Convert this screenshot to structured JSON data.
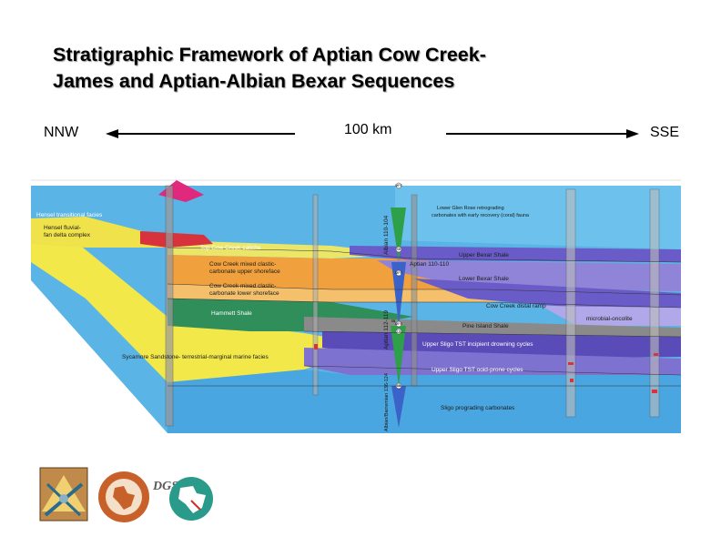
{
  "title": {
    "line1": "Stratigraphic Framework of Aptian Cow Creek-",
    "line2": "James and Aptian-Albian Bexar Sequences"
  },
  "direction": {
    "left": "NNW",
    "right": "SSE",
    "scale": "100 km"
  },
  "cross_section": {
    "facies_labels": {
      "hensel_transitional": "Hensel transitional facies",
      "hensel_fluvial": "Hensel fluvial-",
      "hensel_fluvial_2": "fan delta complex",
      "top_cow_creek": "Top Cow Creek caliche",
      "cc_upper_1": "Cow Creek mixed clastic-",
      "cc_upper_2": "carbonate upper shoreface",
      "cc_lower_1": "Cow Creek mixed clastic-",
      "cc_lower_2": "carbonate lower shoreface",
      "hammett": "Hammett Shale",
      "sycamore": "Sycamore Sandstone- terrestrial-marginal marine facies",
      "lower_glen_rose_1": "Lower Glen Rose retrograding",
      "lower_glen_rose_2": "carbonates with early recovery (coral) fauna",
      "upper_bexar": "Upper Bexar Shale",
      "lower_bexar": "Lower Bexar Shale",
      "cc_distal": "Cow Creek distal ramp",
      "microbial": "microbial-oncolite",
      "pine_island": "Pine Island Shale",
      "sligo_tst": "Upper Sligo TST incipient drowning cycles",
      "sligo_ooid": "Upper Sligo TST ooid-prone cycles",
      "sligo_prograding": "Sligo prograding carbonates"
    },
    "stage_labels": {
      "albian": "Albian 110-104",
      "aptian_110": "Aptian 110-110",
      "aptian_119": "Aptian 112-119",
      "hauterivian": "Albian/Barremian 136-124"
    },
    "surface_markers": [
      "MFS",
      "SB",
      "MFS",
      "SB",
      "MFS",
      "TS",
      "SB"
    ],
    "colors": {
      "sky": "#5ab4e6",
      "yellow": "#f2e84a",
      "orange": "#f0a03c",
      "green": "#2f8e5a",
      "purple": "#6a5cc8",
      "lavender": "#b0a8e8",
      "gray": "#8a8a8a",
      "red": "#d8323c",
      "magenta": "#e0287c",
      "blue": "#3a62c8"
    }
  },
  "logos": {
    "dgs": "DGS"
  }
}
